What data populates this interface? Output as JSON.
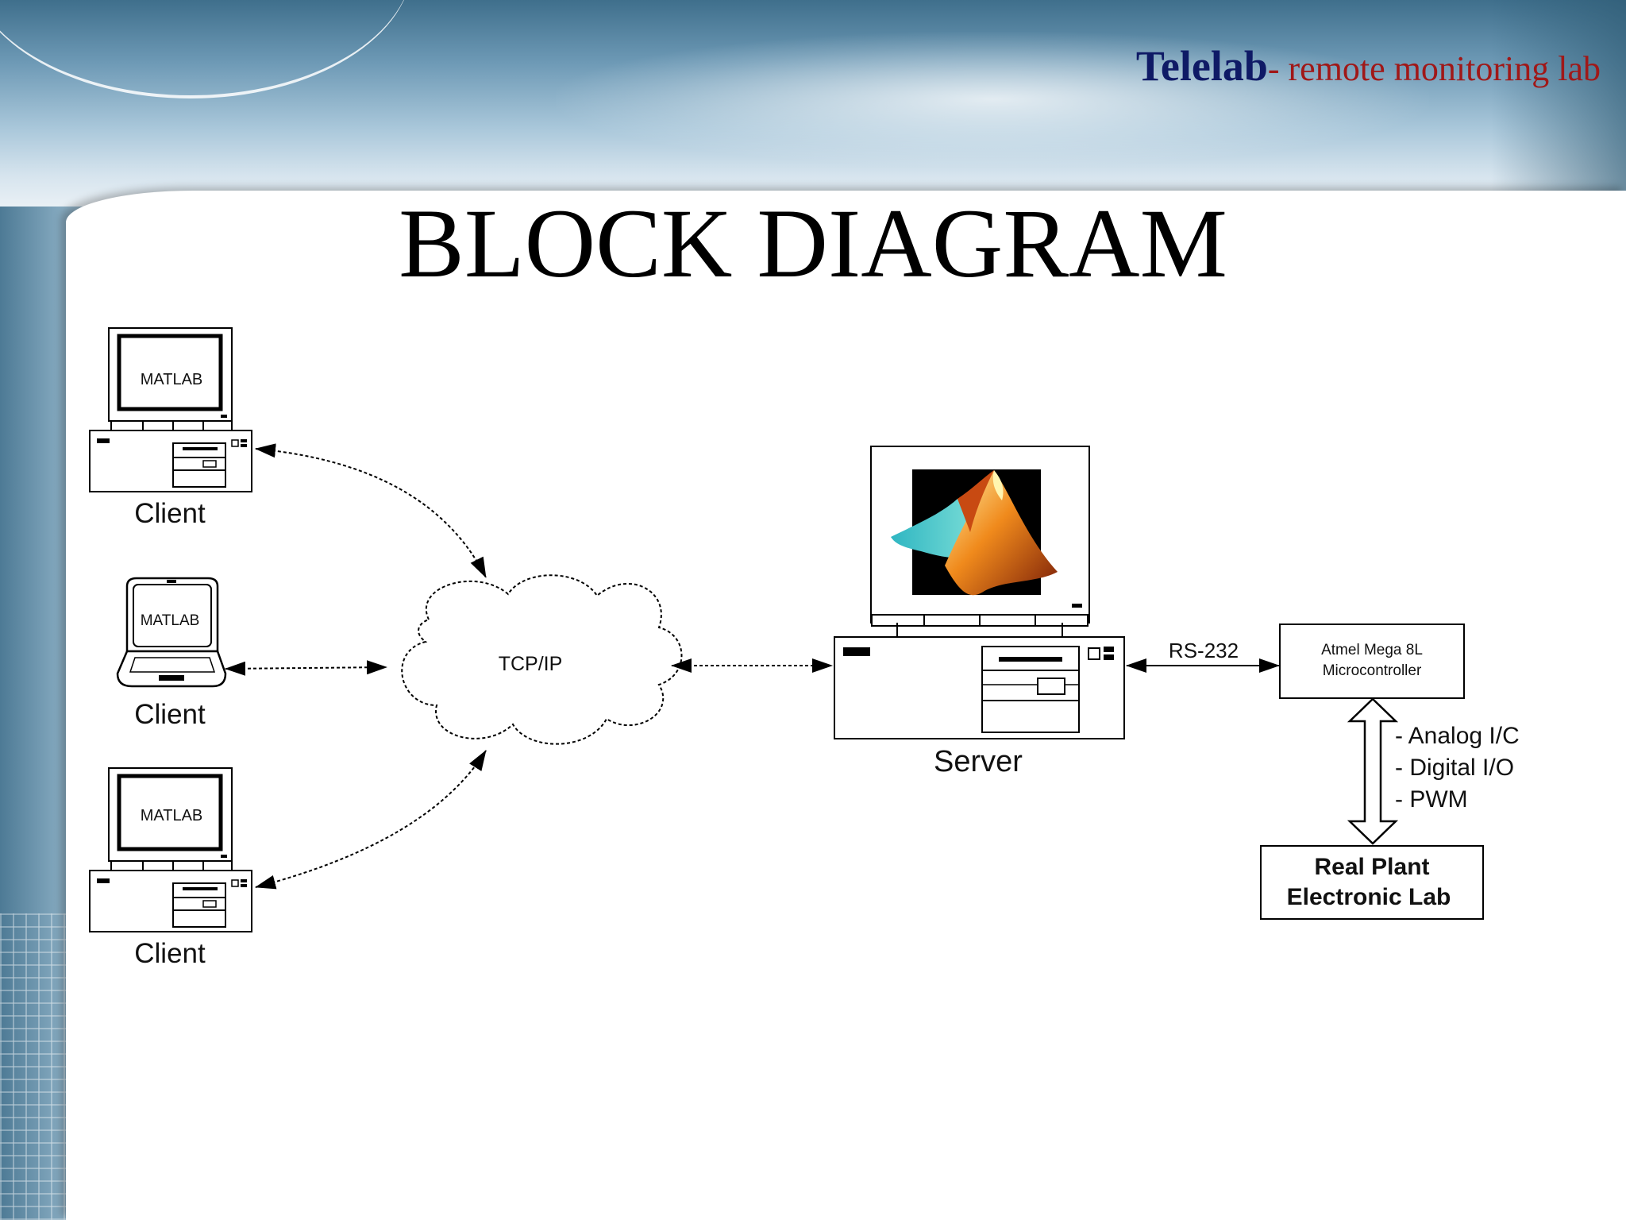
{
  "header": {
    "brand": "Telelab",
    "tagline": "- remote monitoring lab"
  },
  "page_title": "BLOCK DIAGRAM",
  "diagram": {
    "clients": [
      {
        "screen_text": "MATLAB",
        "label": "Client",
        "kind": "desktop"
      },
      {
        "screen_text": "MATLAB",
        "label": "Client",
        "kind": "laptop"
      },
      {
        "screen_text": "MATLAB",
        "label": "Client",
        "kind": "desktop"
      }
    ],
    "network": {
      "label": "TCP/IP"
    },
    "server": {
      "label": "Server"
    },
    "serial_link": {
      "label": "RS-232"
    },
    "microcontroller": {
      "line1": "Atmel Mega 8L",
      "line2": "Microcontroller"
    },
    "io_signals": [
      "- Analog I/C",
      "- Digital I/O",
      "- PWM"
    ],
    "plant": {
      "line1": "Real Plant",
      "line2": "Electronic Lab"
    }
  },
  "colors": {
    "brand": "#0f1a66",
    "tagline": "#a01818",
    "banner": "#6d99b5"
  }
}
